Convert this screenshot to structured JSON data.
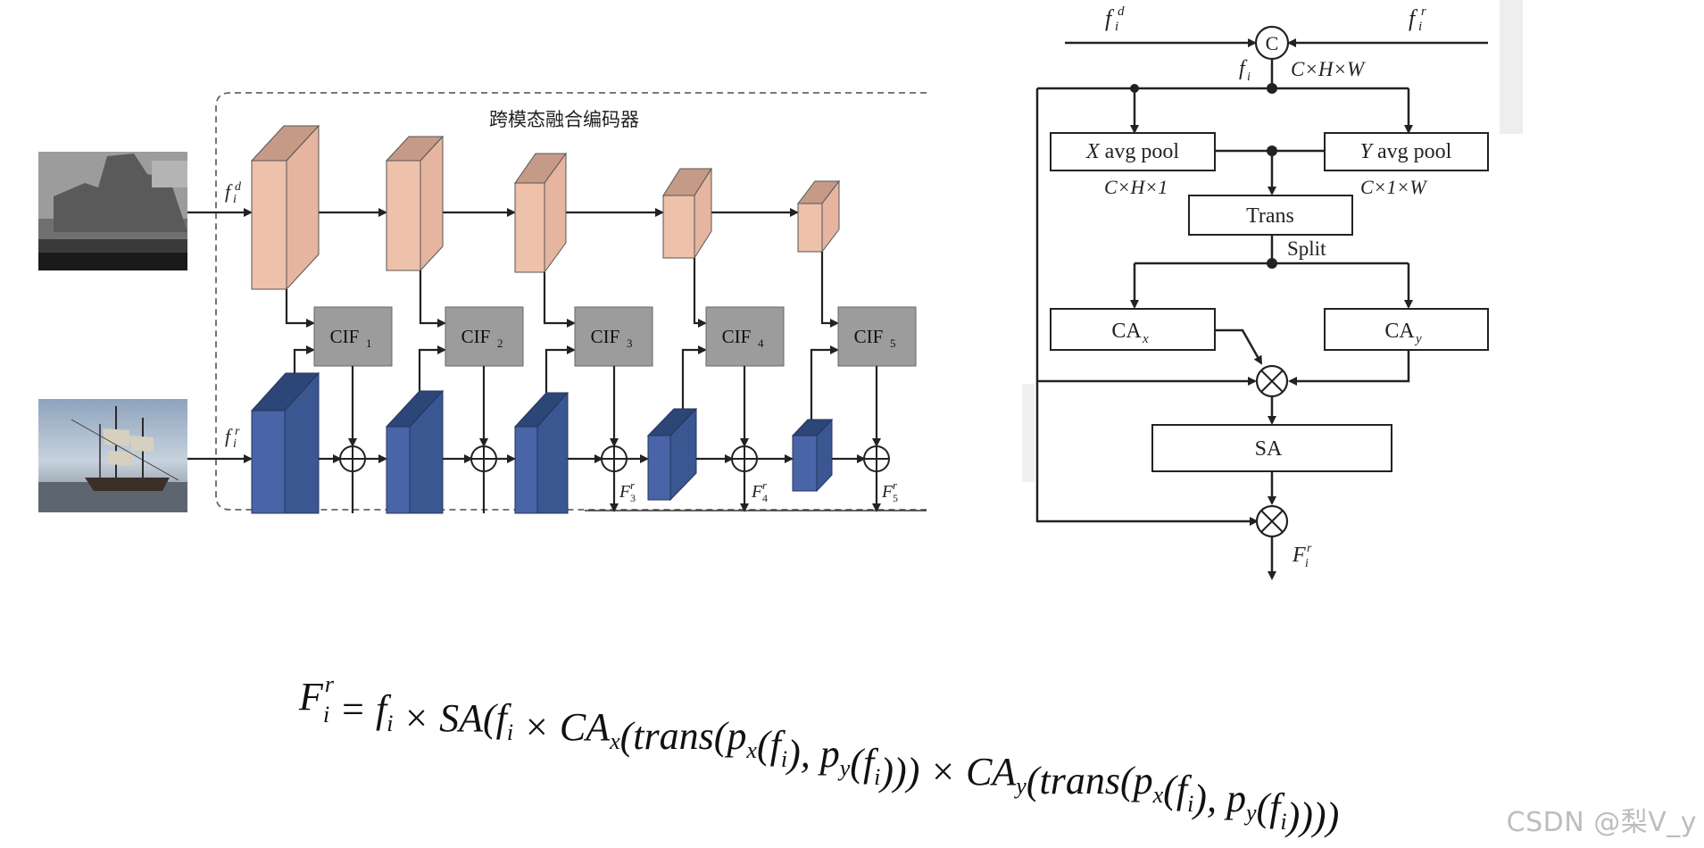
{
  "left_panel": {
    "encoder_title": "跨模态融合编码器",
    "depth_input_label": {
      "base": "f",
      "sub": "i",
      "sup": "d"
    },
    "rgb_input_label": {
      "base": "f",
      "sub": "i",
      "sup": "r"
    },
    "depth_image_icon": "depth-map-image",
    "rgb_image_icon": "sailing-ship-photo",
    "cif_blocks": [
      {
        "base": "CIF",
        "sub": "1"
      },
      {
        "base": "CIF",
        "sub": "2"
      },
      {
        "base": "CIF",
        "sub": "3"
      },
      {
        "base": "CIF",
        "sub": "4"
      },
      {
        "base": "CIF",
        "sub": "5"
      }
    ],
    "output_labels": [
      {
        "base": "F",
        "sub": "3",
        "sup": "r"
      },
      {
        "base": "F",
        "sub": "4",
        "sup": "r"
      },
      {
        "base": "F",
        "sub": "5",
        "sup": "r"
      }
    ],
    "colors": {
      "depth_block": "#e8b79f",
      "rgb_block": "#3f5f9d",
      "cif_box": "#9a9a9a"
    }
  },
  "right_panel": {
    "depth_in": {
      "base": "f",
      "sub": "i",
      "sup": "d"
    },
    "rgb_in": {
      "base": "f",
      "sub": "i",
      "sup": "r"
    },
    "concat_symbol": "C",
    "fused_label": {
      "base": "f",
      "sub": "i"
    },
    "shape_full": "C×H×W",
    "x_pool": {
      "var": "X",
      "text": " avg pool"
    },
    "y_pool": {
      "var": "Y",
      "text": " avg pool"
    },
    "x_pool_shape": "C×H×1",
    "y_pool_shape": "C×1×W",
    "trans_label": "Trans",
    "split_label": "Split",
    "ca_x": {
      "base": "CA",
      "sub": "x"
    },
    "ca_y": {
      "base": "CA",
      "sub": "y"
    },
    "multiply_symbol": "⊗",
    "sa_label": "SA",
    "output": {
      "base": "F",
      "sub": "i",
      "sup": "r"
    }
  },
  "equation": {
    "lhs": {
      "base": "F",
      "sub": "i",
      "sup": "r"
    },
    "parts": [
      {
        "t": " = "
      },
      {
        "t": "f",
        "sub": "i"
      },
      {
        "t": " × "
      },
      {
        "t": "SA"
      },
      {
        "t": "("
      },
      {
        "t": "f",
        "sub": "i"
      },
      {
        "t": " × "
      },
      {
        "t": "CA",
        "sub": "x"
      },
      {
        "t": "(trans("
      },
      {
        "t": "p",
        "sub": "x"
      },
      {
        "t": "("
      },
      {
        "t": "f",
        "sub": "i"
      },
      {
        "t": "), "
      },
      {
        "t": "p",
        "sub": "y"
      },
      {
        "t": "("
      },
      {
        "t": "f",
        "sub": "i"
      },
      {
        "t": "))) × "
      },
      {
        "t": "CA",
        "sub": "y"
      },
      {
        "t": "(trans("
      },
      {
        "t": "p",
        "sub": "x"
      },
      {
        "t": "("
      },
      {
        "t": "f",
        "sub": "i"
      },
      {
        "t": "), "
      },
      {
        "t": "p",
        "sub": "y"
      },
      {
        "t": "("
      },
      {
        "t": "f",
        "sub": "i"
      },
      {
        "t": "))))"
      }
    ]
  },
  "watermark": "CSDN @梨V_y"
}
